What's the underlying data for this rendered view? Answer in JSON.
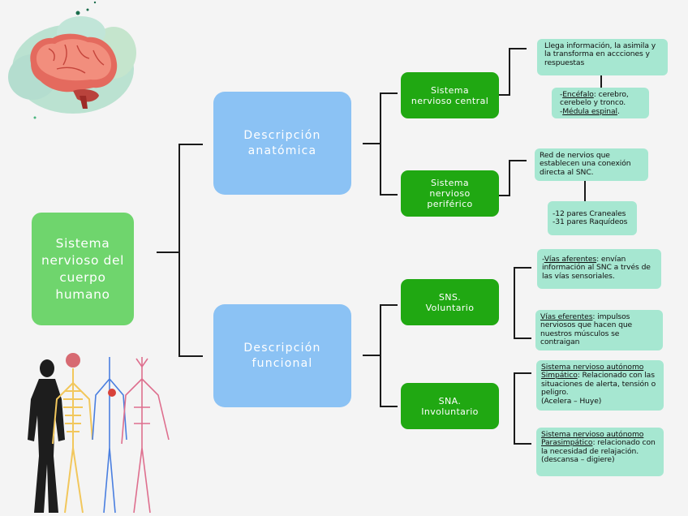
{
  "root": {
    "label": "Sistema nervioso del cuerpo humano"
  },
  "branches": [
    {
      "label": "Descripción anatómica",
      "children": [
        {
          "label": "Sistema nervioso central",
          "details": [
            {
              "parts": [
                {
                  "text": "Llega información, la asimila y la transforma en accciones y respuestas",
                  "underline": false
                }
              ]
            },
            {
              "parts": [
                {
                  "text": "-",
                  "underline": false
                },
                {
                  "text": "Encéfalo",
                  "underline": true
                },
                {
                  "text": ": cerebro, cerebelo y tronco.",
                  "underline": false
                },
                {
                  "text": "\n-",
                  "underline": false
                },
                {
                  "text": "Médula espinal",
                  "underline": true
                },
                {
                  "text": ".",
                  "underline": false
                }
              ]
            }
          ]
        },
        {
          "label": "Sistema nervioso periférico",
          "details": [
            {
              "parts": [
                {
                  "text": "Red  de nervios que establecen una conexión directa al SNC.",
                  "underline": false
                }
              ]
            },
            {
              "parts": [
                {
                  "text": "-12 pares Craneales\n-31 pares Raquídeos",
                  "underline": false
                }
              ]
            }
          ]
        }
      ]
    },
    {
      "label": "Descripción funcional",
      "children": [
        {
          "label": "SNS. Voluntario",
          "details": [
            {
              "parts": [
                {
                  "text": "-",
                  "underline": false
                },
                {
                  "text": "Vías aferentes",
                  "underline": true
                },
                {
                  "text": ": envían información al SNC a trvés de las vías sensoriales.",
                  "underline": false
                }
              ]
            },
            {
              "parts": [
                {
                  "text": "Vías eferentes",
                  "underline": true
                },
                {
                  "text": ": impulsos nerviosos que hacen que nuestros músculos se contraigan",
                  "underline": false
                }
              ]
            }
          ]
        },
        {
          "label": "SNA. Involuntario",
          "details": [
            {
              "parts": [
                {
                  "text": "Sistema nervioso autónomo Simpático",
                  "underline": true
                },
                {
                  "text": ": Relacionado con las situaciones de alerta, tensión o peligro.\n(Acelera – Huye)",
                  "underline": false
                }
              ]
            },
            {
              "parts": [
                {
                  "text": "Sistema nervioso autónomo Parasimpático",
                  "underline": true
                },
                {
                  "text": ": relacionado con la necesidad de relajación.\n(descansa – digiere)",
                  "underline": false
                }
              ]
            }
          ]
        }
      ]
    }
  ],
  "illustrations": {
    "top": "brain-illustration",
    "bottom": "human-body-systems-illustration"
  },
  "colors": {
    "background": "#f4f4f4",
    "root": "#6fd56d",
    "level1": "#8bc2f4",
    "level2": "#20a812",
    "leaf": "#a6e7d1",
    "line": "#1a1a1a"
  }
}
